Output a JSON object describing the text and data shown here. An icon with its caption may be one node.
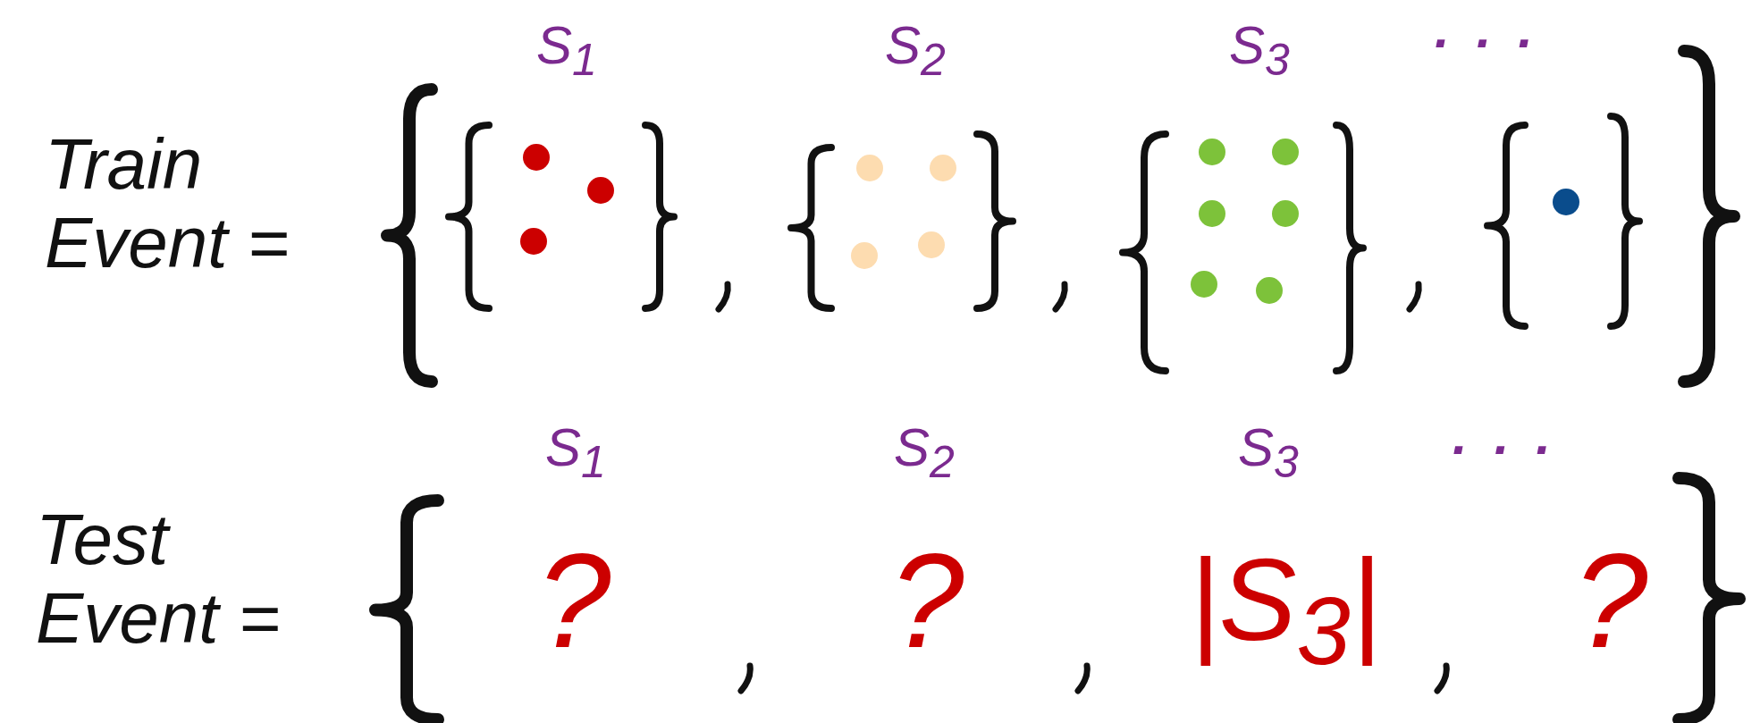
{
  "diagram": {
    "labels": [
      "S$_{1}$",
      "S$_{2}$",
      "S$_{3}$",
      "...",
      "Train Event =",
      "S$_{1}$",
      "S$_{2}$",
      "S$_{3}$",
      "...",
      "Test Event =",
      "?",
      "?",
      "|S$_{3}$|",
      "?"
    ]
  }
}
